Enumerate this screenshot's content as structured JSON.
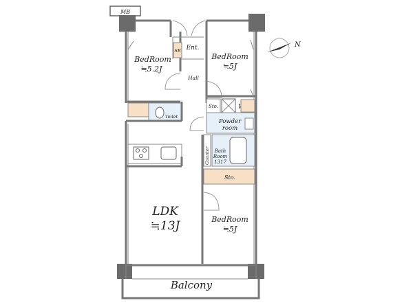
{
  "floorplan": {
    "rooms": {
      "mb": "MB",
      "bedroom_left": {
        "name": "BedRoom",
        "size": "≒5.2J"
      },
      "bedroom_right_top": {
        "name": "BedRoom",
        "size": "≒5J"
      },
      "bedroom_right_bottom": {
        "name": "BedRoom",
        "size": "≒5J"
      },
      "ldk": {
        "name": "LDK",
        "size": "≒13J"
      },
      "entrance": "Ent.",
      "shoe_box": "SB",
      "hall": "Hall",
      "toilet": "Toilet",
      "storage_small": "Sto.",
      "washer": "W",
      "powder_room_line1": "Powder",
      "powder_room_line2": "room",
      "bathroom_line1": "Bath",
      "bathroom_line2": "Room",
      "bathroom_line3": "1317",
      "counter": "Counter",
      "storage_long": "Sto.",
      "balcony": "Balcony"
    },
    "compass": {
      "label": "N"
    },
    "colors": {
      "wall": "#777777",
      "column": "#6b6b6b",
      "storage_fill": "#f7e0c6",
      "wet_area_fill": "#e6f0f8",
      "floor": "#ffffff"
    }
  }
}
